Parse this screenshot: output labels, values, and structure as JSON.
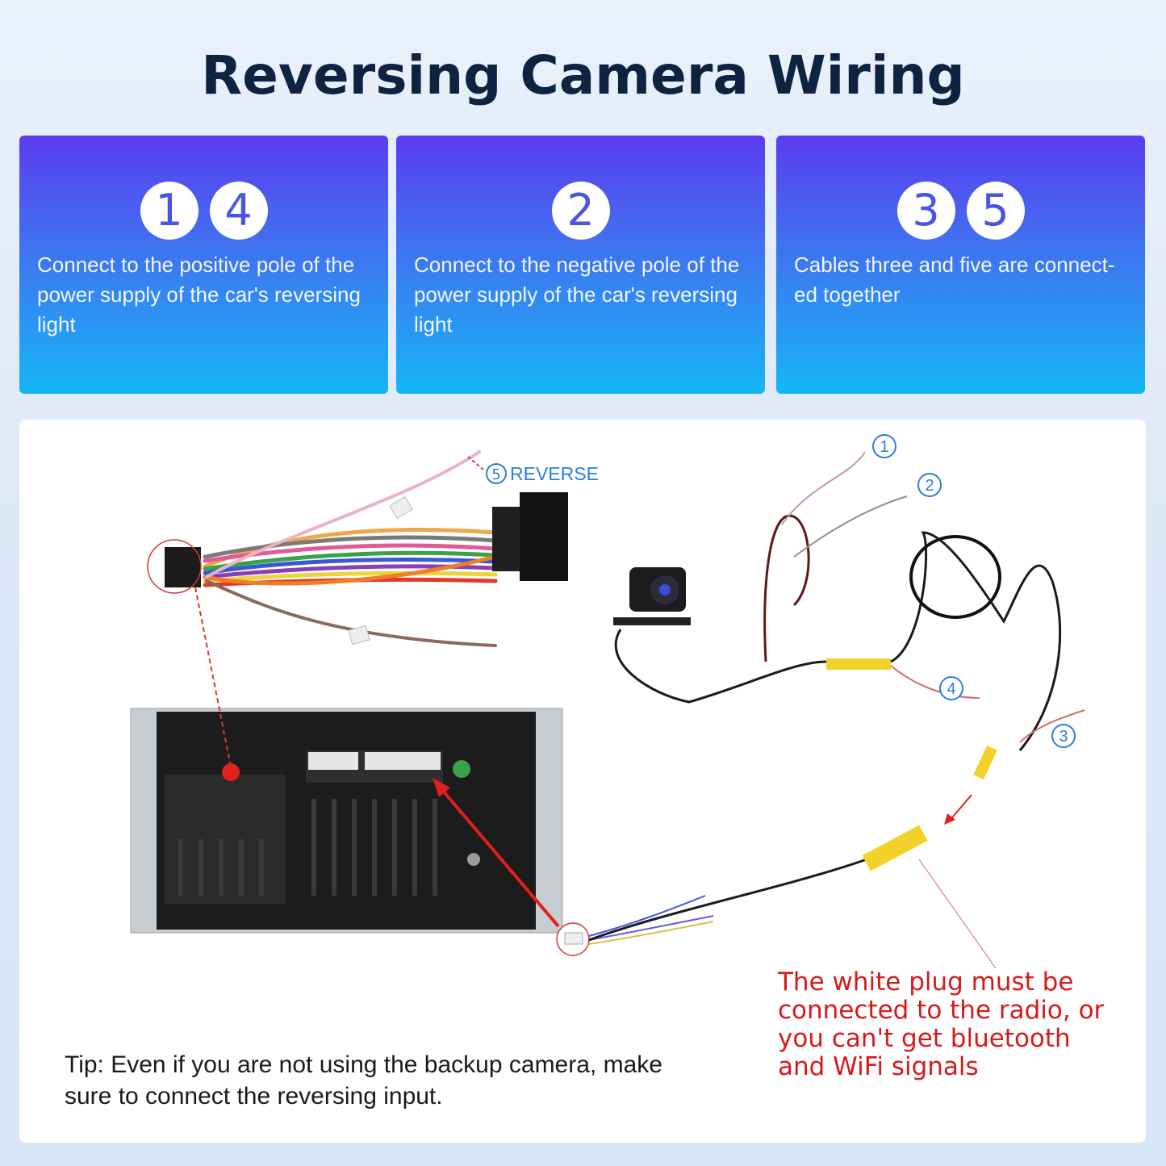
{
  "title": "Reversing Camera Wiring",
  "cards": [
    {
      "numbers": [
        "1",
        "4"
      ],
      "text": "Connect to the positive pole of the power supply of the car's reversing light"
    },
    {
      "numbers": [
        "2"
      ],
      "text": "Connect to the negative pole of the power supply of the car's reversing light"
    },
    {
      "numbers": [
        "3",
        "5"
      ],
      "text": "Cables three and five are connect-ed together"
    }
  ],
  "diagram": {
    "reverse_number": "5",
    "reverse_label": "REVERSE",
    "camera_callouts": [
      "1",
      "2",
      "3",
      "4"
    ],
    "warning": "The white plug must be connected to the radio, or you can't get bluetooth and WiFi signals",
    "tip": "Tip: Even if you are not using the backup camera, make sure to connect the reversing input."
  },
  "colors": {
    "title": "#0d2340",
    "card_top": "#5b3cf0",
    "card_bottom": "#16b6f6",
    "callout_blue": "#2a7fe0",
    "warning_red": "#d61a1a"
  }
}
